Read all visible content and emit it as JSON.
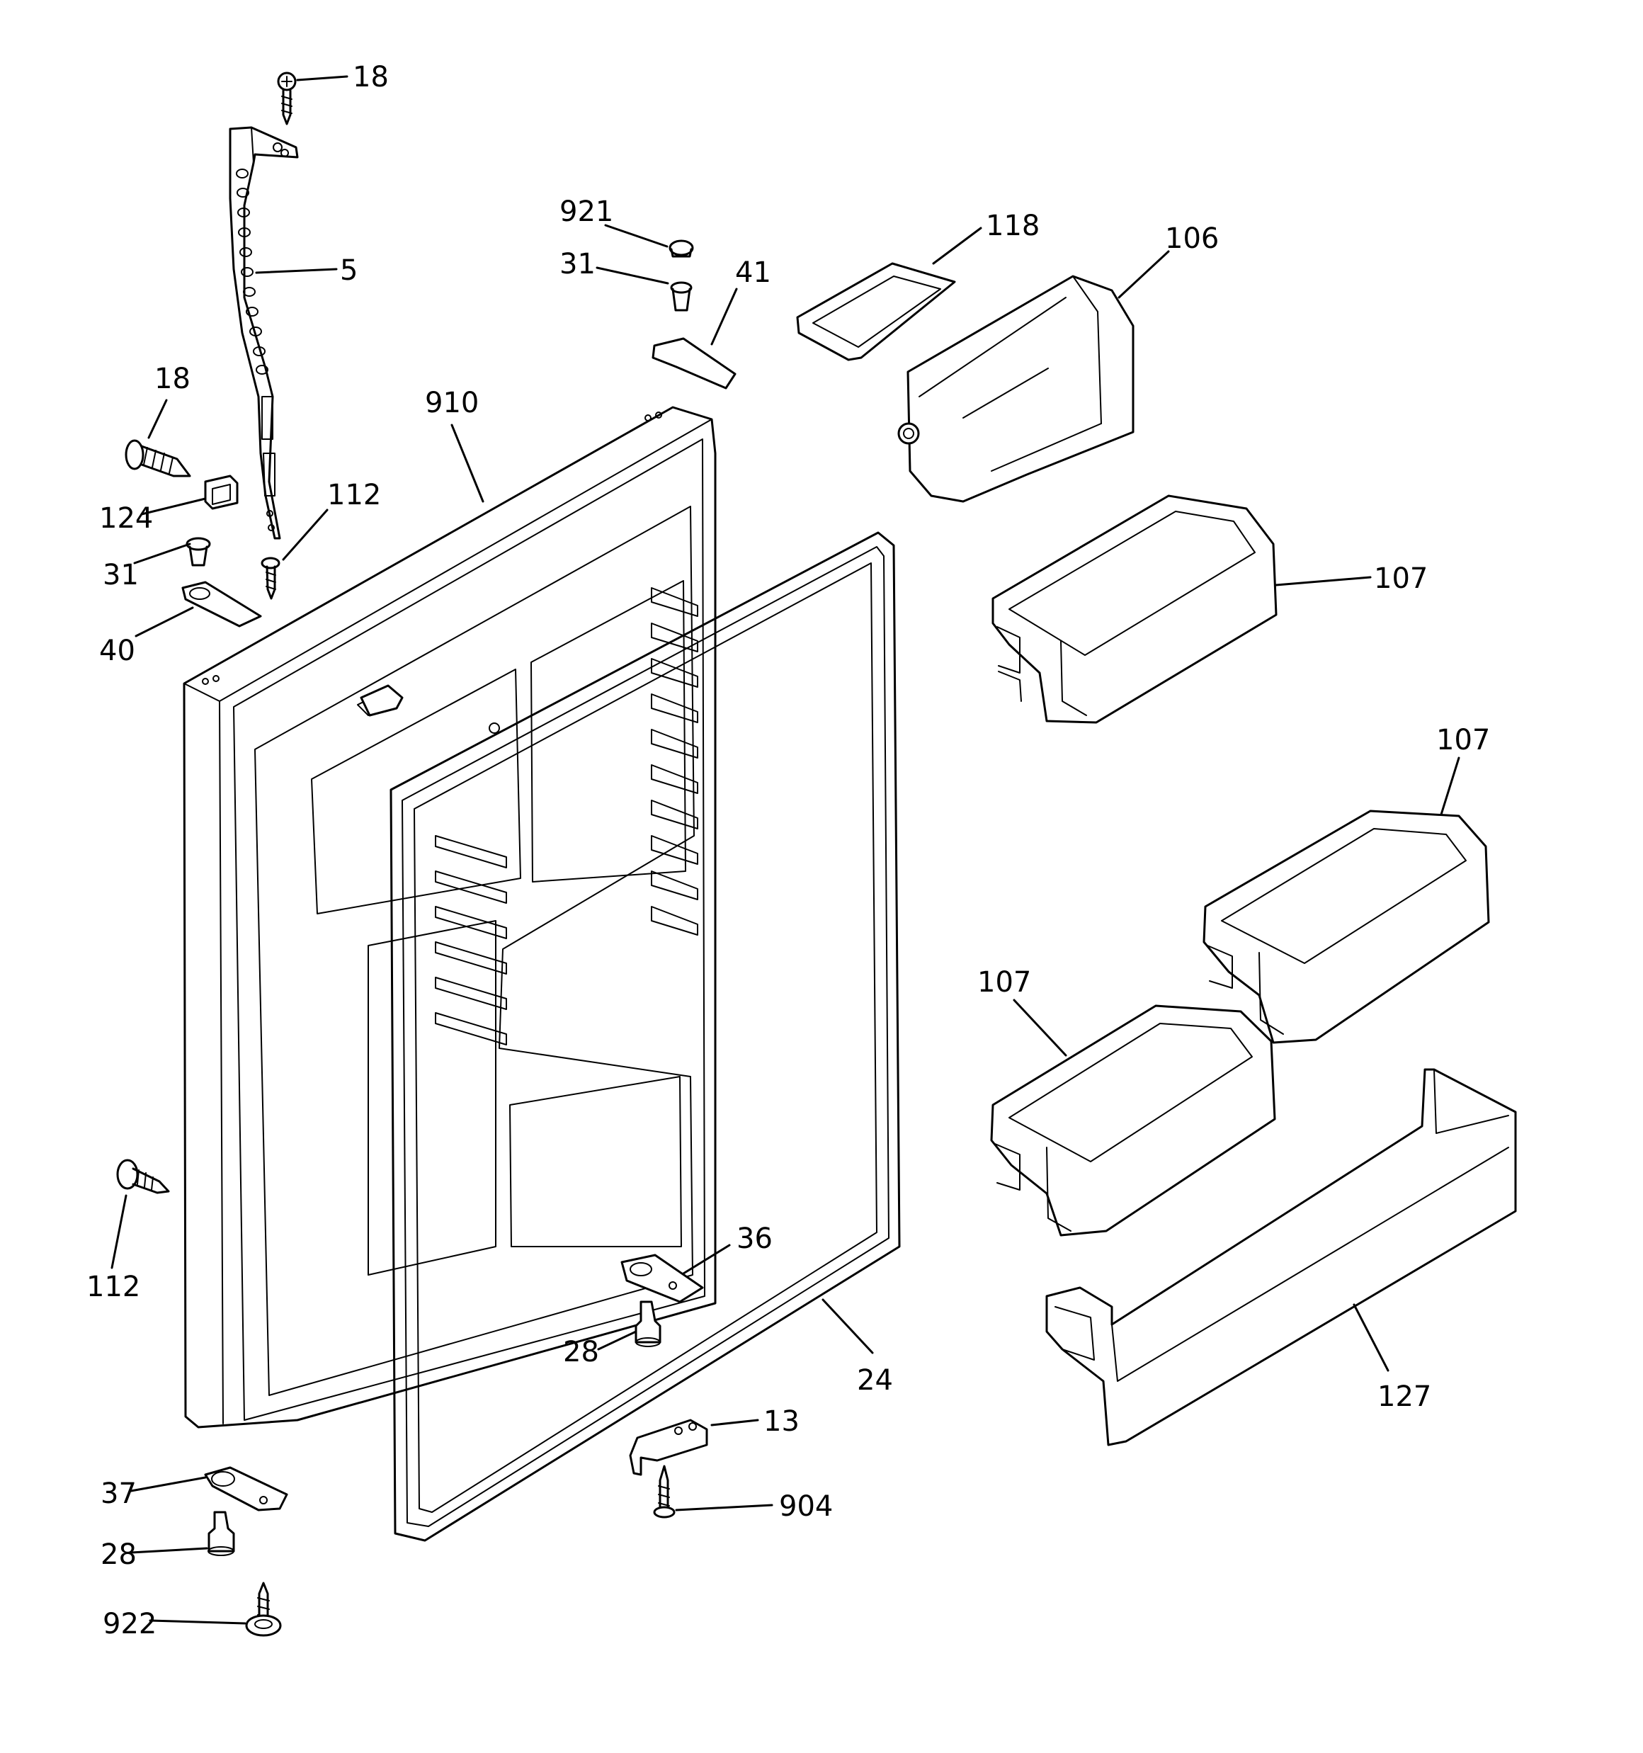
{
  "callouts": [
    {
      "id": "c-18-top",
      "label": "18"
    },
    {
      "id": "c-5",
      "label": "5"
    },
    {
      "id": "c-18-left",
      "label": "18"
    },
    {
      "id": "c-124",
      "label": "124"
    },
    {
      "id": "c-31-left",
      "label": "31"
    },
    {
      "id": "c-40",
      "label": "40"
    },
    {
      "id": "c-112-top",
      "label": "112"
    },
    {
      "id": "c-910",
      "label": "910"
    },
    {
      "id": "c-921",
      "label": "921"
    },
    {
      "id": "c-31-top",
      "label": "31"
    },
    {
      "id": "c-41",
      "label": "41"
    },
    {
      "id": "c-118",
      "label": "118"
    },
    {
      "id": "c-106",
      "label": "106"
    },
    {
      "id": "c-107-a",
      "label": "107"
    },
    {
      "id": "c-107-b",
      "label": "107"
    },
    {
      "id": "c-107-c",
      "label": "107"
    },
    {
      "id": "c-112-left",
      "label": "112"
    },
    {
      "id": "c-36",
      "label": "36"
    },
    {
      "id": "c-28-mid",
      "label": "28"
    },
    {
      "id": "c-24",
      "label": "24"
    },
    {
      "id": "c-127",
      "label": "127"
    },
    {
      "id": "c-13",
      "label": "13"
    },
    {
      "id": "c-904",
      "label": "904"
    },
    {
      "id": "c-37",
      "label": "37"
    },
    {
      "id": "c-28-bottom",
      "label": "28"
    },
    {
      "id": "c-922",
      "label": "922"
    }
  ]
}
